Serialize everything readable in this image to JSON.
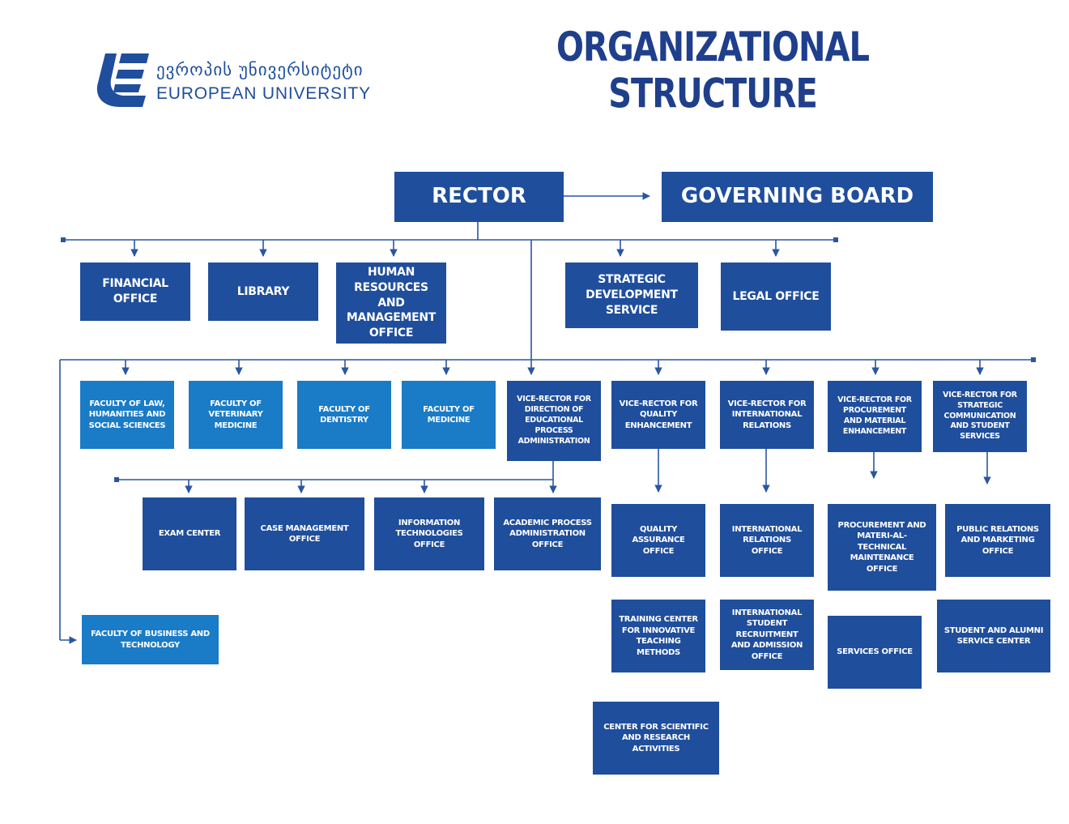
{
  "header": {
    "title": "ORGANIZATIONAL STRUCTURE",
    "logo_text_ka": "ევროპის უნივერსიტეტი",
    "logo_text_en": "EUROPEAN UNIVERSITY",
    "logo_icon": "european-university-logo"
  },
  "colors": {
    "dark_box": "#1f4e9c",
    "light_box": "#1a7bc7",
    "lines": "#2a56a0",
    "title": "#1f3f8c"
  },
  "top": {
    "rector": "RECTOR",
    "governing_board": "GOVERNING BOARD"
  },
  "offices": {
    "financial": "FINANCIAL OFFICE",
    "library": "LIBRARY",
    "hr": "HUMAN RESOURCES AND MANAGEMENT OFFICE",
    "strategic": "STRATEGIC DEVELOPMENT SERVICE",
    "legal": "LEGAL OFFICE"
  },
  "faculties": {
    "law": "FACULTY OF LAW, HUMANITIES AND SOCIAL SCIENCES",
    "vet": "FACULTY OF VETERINARY MEDICINE",
    "dentistry": "FACULTY OF DENTISTRY",
    "medicine": "FACULTY OF MEDICINE",
    "business": "FACULTY OF BUSINESS AND TECHNOLOGY"
  },
  "vice_rectors": {
    "educational": "VICE-RECTOR FOR DIRECTION OF EDUCATIONAL PROCESS ADMINISTRATION",
    "quality": "VICE-RECTOR FOR QUALITY ENHANCEMENT",
    "international": "VICE-RECTOR FOR INTERNATIONAL RELATIONS",
    "procurement": "VICE-RECTOR FOR PROCUREMENT AND MATERIAL ENHANCEMENT",
    "communication": "VICE-RECTOR FOR STRATEGIC COMMUNICATION AND STUDENT SERVICES"
  },
  "units": {
    "exam": "EXAM CENTER",
    "case": "CASE MANAGEMENT OFFICE",
    "it": "INFORMATION TECHNOLOGIES OFFICE",
    "academic": "ACADEMIC PROCESS ADMINISTRATION OFFICE",
    "qa": "QUALITY ASSURANCE OFFICE",
    "training": "TRAINING CENTER FOR INNOVATIVE TEACHING METHODS",
    "research": "CENTER FOR SCIENTIFIC AND RESEARCH ACTIVITIES",
    "intl_rel": "INTERNATIONAL RELATIONS OFFICE",
    "intl_recruit": "INTERNATIONAL STUDENT RECRUITMENT AND ADMISSION OFFICE",
    "proc_maint": "PROCUREMENT AND MATERI-AL-TECHNICAL MAINTENANCE OFFICE",
    "services": "SERVICES OFFICE",
    "pr": "PUBLIC RELATIONS AND MARKETING OFFICE",
    "alumni": "STUDENT AND ALUMNI SERVICE CENTER"
  }
}
